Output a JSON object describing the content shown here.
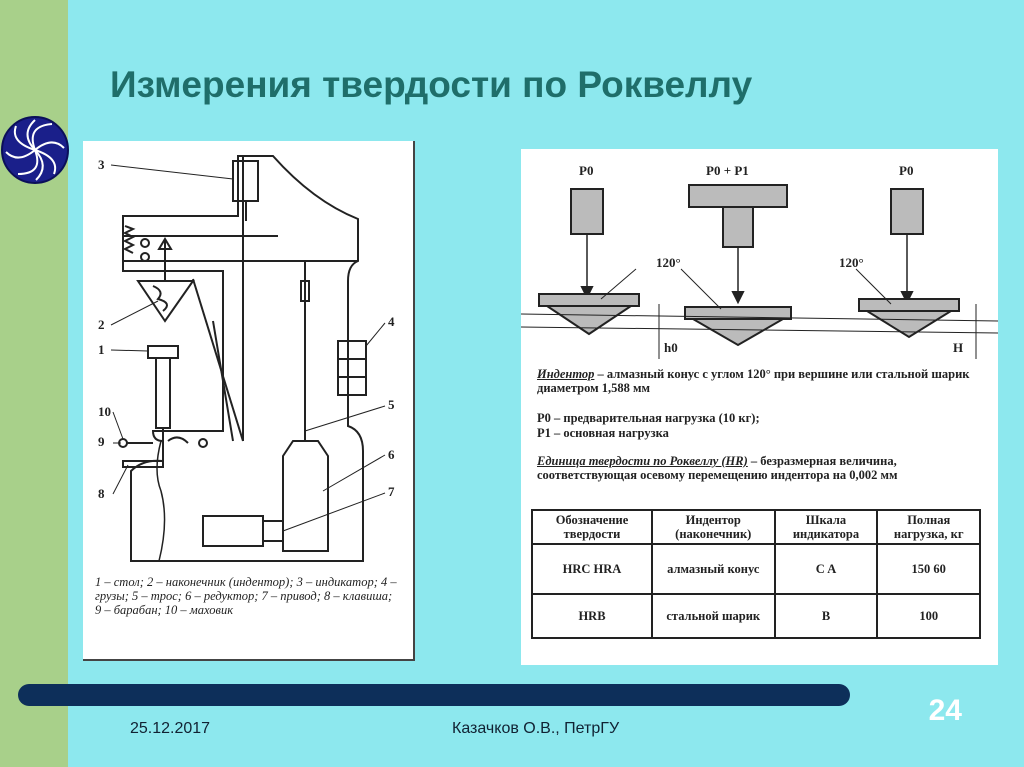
{
  "slide": {
    "title": "Измерения твердости по Роквеллу",
    "date": "25.12.2017",
    "author": "Казачков О.В., ПетрГУ",
    "page_number": "24"
  },
  "diagram_left": {
    "labels": [
      "3",
      "2",
      "1",
      "10",
      "9",
      "8",
      "4",
      "5",
      "6",
      "7"
    ],
    "caption": "1 – стол; 2 – наконечник (индентор); 3 – индикатор; 4 – грузы; 5 – трос; 6 – редуктор; 7 – привод; 8 – клавиша; 9 – барабан; 10 – маховик"
  },
  "diagram_right": {
    "forces": [
      "P0",
      "P0 + P1",
      "P0"
    ],
    "angles": [
      "120°",
      "120°"
    ],
    "dims": [
      "h0",
      "H"
    ],
    "indentor_term": "Индентор",
    "indentor_text": " – алмазный конус с углом 120° при вершине или стальной шарик диаметром 1,588 мм",
    "p0_text": "P0 – предварительная нагрузка (10 кг);",
    "p1_text": "P1 – основная нагрузка",
    "unit_term": "Единица твердости по Роквеллу (HR)",
    "unit_text": " – безразмерная величина, соответствующая осевому перемещению индентора на 0,002 мм"
  },
  "table": {
    "headers": [
      "Обозначение твердости",
      "Индентор (наконечник)",
      "Шкала индикатора",
      "Полная нагрузка, кг"
    ],
    "rows": [
      [
        "HRC HRA",
        "алмазный конус",
        "C A",
        "150 60"
      ],
      [
        "HRB",
        "стальной шарик",
        "B",
        "100"
      ]
    ]
  },
  "colors": {
    "background": "#8de8ee",
    "sidebar": "#a8d08a",
    "title": "#1f6e6a",
    "bar": "#0d2f5a"
  }
}
